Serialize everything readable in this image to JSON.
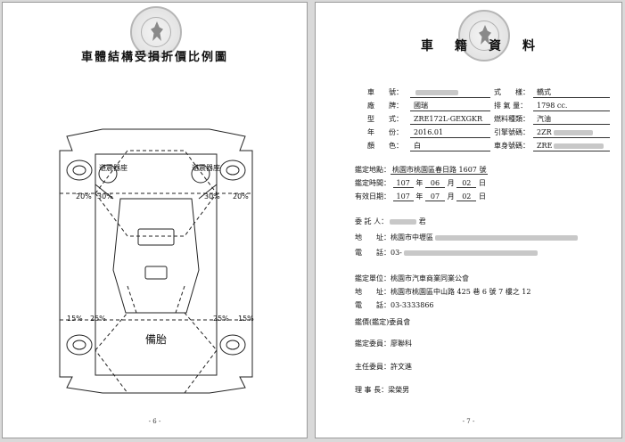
{
  "left_page": {
    "title": "車體結構受損折價比例圖",
    "page_number": "- 6 -",
    "zones": {
      "left_upper": "避震器座",
      "right_upper": "避震器座",
      "tire": "備胎"
    },
    "percent_labels_top": [
      "20%",
      "30%",
      "30%",
      "20%"
    ],
    "percent_labels_bottom": [
      "15%",
      "25%",
      "25%",
      "15%"
    ]
  },
  "right_page": {
    "title_chars": [
      "車",
      "籍",
      "資",
      "料"
    ],
    "page_number": "- 7 -",
    "vehicle_rows": [
      {
        "label": "車　　號：",
        "value": "",
        "label2": "式　　樣：",
        "value2": "轎式"
      },
      {
        "label": "廠　　牌：",
        "value": "國瑞",
        "label2": "排 氣 量：",
        "value2": "1798 cc."
      },
      {
        "label": "型　　式：",
        "value": "ZRE172L-GEXGKR",
        "label2": "燃料種類：",
        "value2": "汽油"
      },
      {
        "label": "年　　份：",
        "value": "2016.01",
        "label2": "引擎號碼：",
        "value2": "2ZR"
      },
      {
        "label": "顏　　色：",
        "value": "白",
        "label2": "車身號碼：",
        "value2": "ZRE"
      }
    ],
    "inspection": {
      "location_label": "鑑定地點：",
      "location_value": "桃園市桃園區春日路 1607 號",
      "date_label": "鑑定時間：",
      "date_year": "107",
      "date_month": "06",
      "date_day": "02",
      "valid_label": "有效日期：",
      "valid_year": "107",
      "valid_month": "07",
      "valid_day": "02",
      "year_unit": "年",
      "month_unit": "月",
      "day_unit": "日"
    },
    "client": {
      "name_label": "委 託 人：",
      "name_suffix": "君",
      "address_label": "地　　址：",
      "address_value": "桃園市中壢區",
      "phone_label": "電　　話：",
      "phone_value": "03-"
    },
    "unit": {
      "name_label": "鑑定單位：",
      "name_value": "桃園市汽車商業同業公會",
      "address_label": "地　　址：",
      "address_value": "桃園市桃園區中山路 425 巷 6 號 7 樓之 12",
      "phone_label": "電　　話：",
      "phone_value": "03-3333866"
    },
    "committee": "鑑價(鑑定)委員會",
    "appraiser_label": "鑑定委員：",
    "appraiser_value": "廖聯科",
    "chair_label": "主任委員：",
    "chair_value": "許文進",
    "director_label": "理 事 長：",
    "director_value": "梁榮男"
  }
}
